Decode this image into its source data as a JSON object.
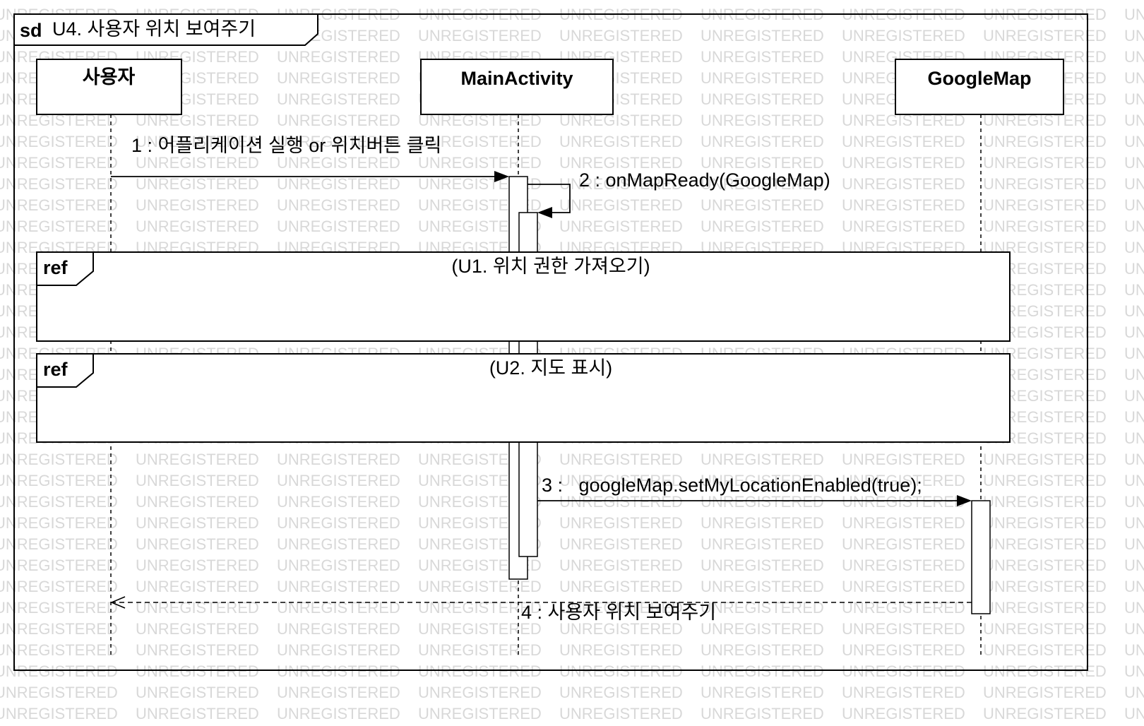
{
  "watermark": "UNREGISTERED",
  "frame": {
    "keyword": "sd",
    "title": "U4. 사용자 위치 보여주기"
  },
  "lifelines": [
    {
      "id": "user",
      "name": "사용자"
    },
    {
      "id": "main",
      "name": "MainActivity"
    },
    {
      "id": "gmap",
      "name": "GoogleMap"
    }
  ],
  "messages": [
    {
      "label": "1 : 어플리케이션 실행 or 위치버튼 클릭",
      "kind": "sync"
    },
    {
      "label": "2 : onMapReady(GoogleMap)",
      "kind": "self"
    },
    {
      "label": "3 :   googleMap.setMyLocationEnabled(true);",
      "kind": "sync"
    },
    {
      "label": "4 : 사용자 위치 보여주기",
      "kind": "reply"
    }
  ],
  "fragments": [
    {
      "keyword": "ref",
      "label": "(U1. 위치 권한 가져오기)"
    },
    {
      "keyword": "ref",
      "label": "(U2. 지도 표시)"
    }
  ]
}
